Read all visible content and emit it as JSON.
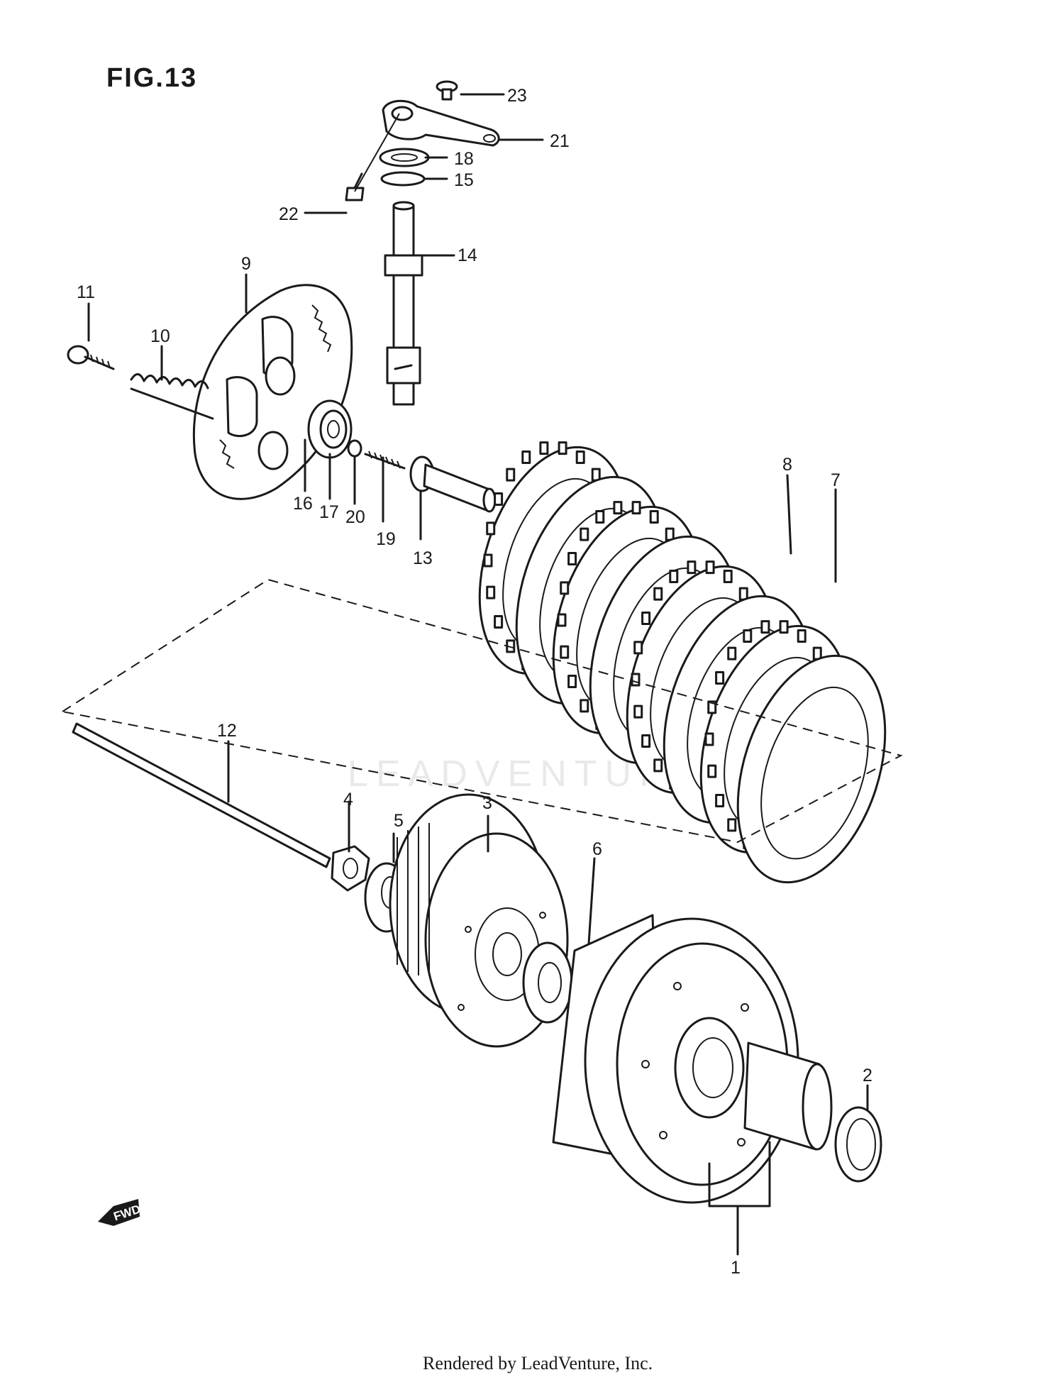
{
  "figure_title": "FIG.13",
  "watermark": "LEADVENTURE",
  "footer": "Rendered by LeadVenture, Inc.",
  "direction_badge": "FWD",
  "callouts": [
    {
      "id": "c1",
      "label": "1"
    },
    {
      "id": "c2",
      "label": "2"
    },
    {
      "id": "c3",
      "label": "3"
    },
    {
      "id": "c4",
      "label": "4"
    },
    {
      "id": "c5",
      "label": "5"
    },
    {
      "id": "c6",
      "label": "6"
    },
    {
      "id": "c7",
      "label": "7"
    },
    {
      "id": "c8",
      "label": "8"
    },
    {
      "id": "c9",
      "label": "9"
    },
    {
      "id": "c10",
      "label": "10"
    },
    {
      "id": "c11",
      "label": "11"
    },
    {
      "id": "c12",
      "label": "12"
    },
    {
      "id": "c13",
      "label": "13"
    },
    {
      "id": "c14",
      "label": "14"
    },
    {
      "id": "c15",
      "label": "15"
    },
    {
      "id": "c16",
      "label": "16"
    },
    {
      "id": "c17",
      "label": "17"
    },
    {
      "id": "c18",
      "label": "18"
    },
    {
      "id": "c19",
      "label": "19"
    },
    {
      "id": "c20",
      "label": "20"
    },
    {
      "id": "c21",
      "label": "21"
    },
    {
      "id": "c22",
      "label": "22"
    },
    {
      "id": "c23",
      "label": "23"
    }
  ]
}
